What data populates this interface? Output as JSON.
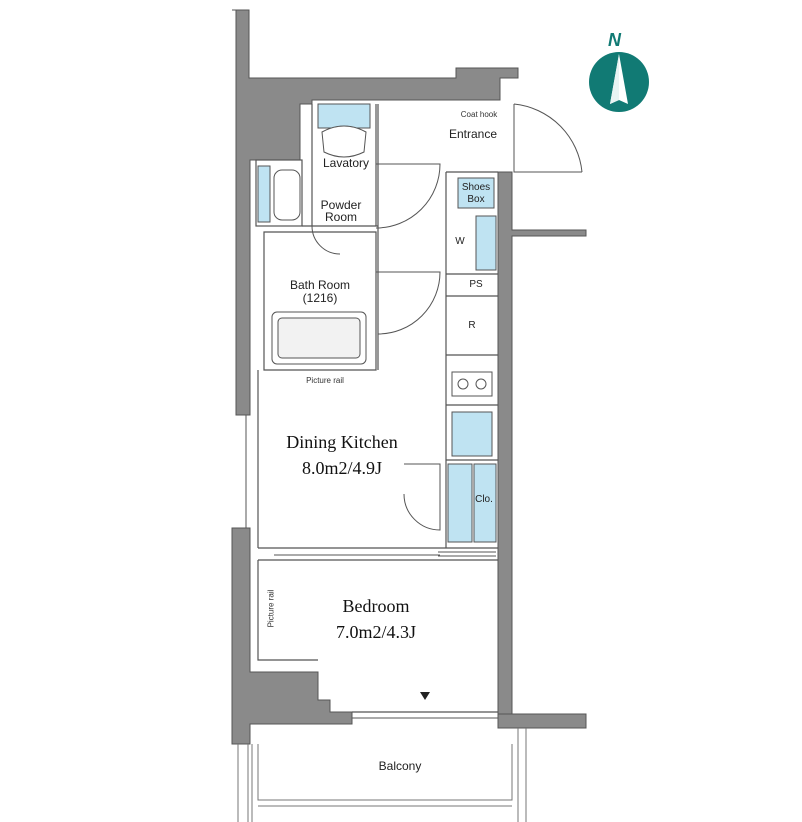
{
  "compass": {
    "north_label": "N",
    "color": "#117a74"
  },
  "colors": {
    "wall": "#8a8a8a",
    "fixture": "#bfe3f2",
    "line": "#555555"
  },
  "rooms": {
    "lavatory": "Lavatory",
    "powder_room_line1": "Powder",
    "powder_room_line2": "Room",
    "bath_room_line1": "Bath Room",
    "bath_room_line2": "(1216)",
    "entrance": "Entrance",
    "coat_hook": "Coat hook",
    "shoes_box_line1": "Shoes",
    "shoes_box_line2": "Box",
    "w": "W",
    "ps": "PS",
    "r": "R",
    "clo": "Clo.",
    "picture_rail_top": "Picture rail",
    "picture_rail_side": "Picture rail",
    "dining_kitchen_name": "Dining Kitchen",
    "dining_kitchen_area": "8.0m2/4.9J",
    "bedroom_name": "Bedroom",
    "bedroom_area": "7.0m2/4.3J",
    "balcony": "Balcony"
  }
}
